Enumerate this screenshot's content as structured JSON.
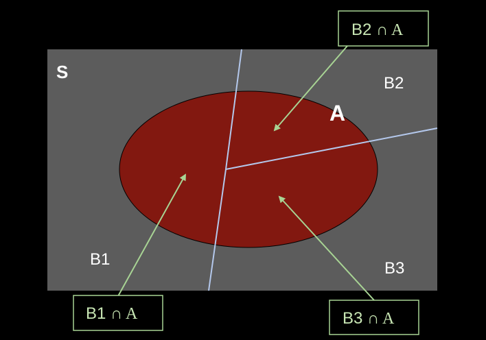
{
  "sample_space_label": "S",
  "event_label": "A",
  "partitions": {
    "b1": "B1",
    "b2": "B2",
    "b3": "B3"
  },
  "callouts": {
    "b1_and_a": {
      "left": "B1 ",
      "symbol": "∩ A"
    },
    "b2_and_a": {
      "left": "B2 ",
      "symbol": "∩ A"
    },
    "b3_and_a": {
      "left": "B3 ",
      "symbol": "∩ A"
    }
  },
  "colors": {
    "background": "#000000",
    "sample_space": "#5c5c5c",
    "event_fill": "#821810",
    "partition_line": "#b4c8ec",
    "arrow": "#a8d494",
    "callout_border": "#a8d494",
    "callout_text": "#c8e6b4",
    "label_text": "#ffffff"
  }
}
